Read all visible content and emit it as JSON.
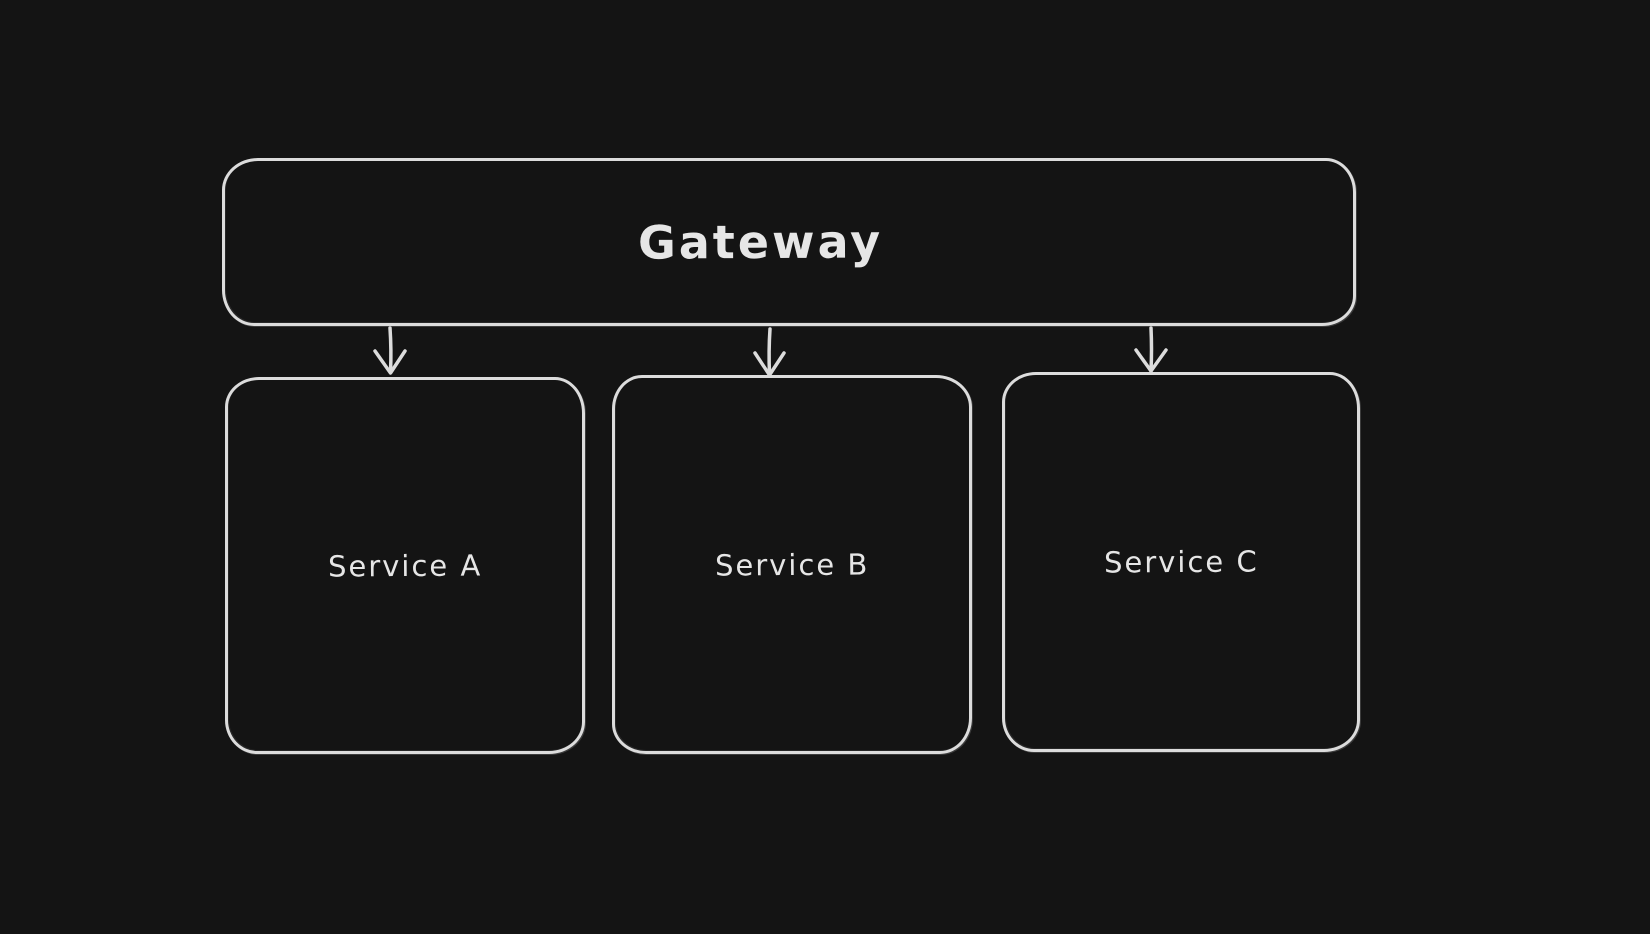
{
  "canvas": {
    "background_color": "#141414",
    "stroke_color": "#dcdcdc",
    "text_color": "#e6e6e6"
  },
  "nodes": {
    "gateway": {
      "label": "Gateway"
    },
    "service_a": {
      "label": "Service A"
    },
    "service_b": {
      "label": "Service B"
    },
    "service_c": {
      "label": "Service C"
    }
  },
  "connections": [
    {
      "from": "Gateway",
      "to": "Service A"
    },
    {
      "from": "Gateway",
      "to": "Service B"
    },
    {
      "from": "Gateway",
      "to": "Service C"
    }
  ]
}
